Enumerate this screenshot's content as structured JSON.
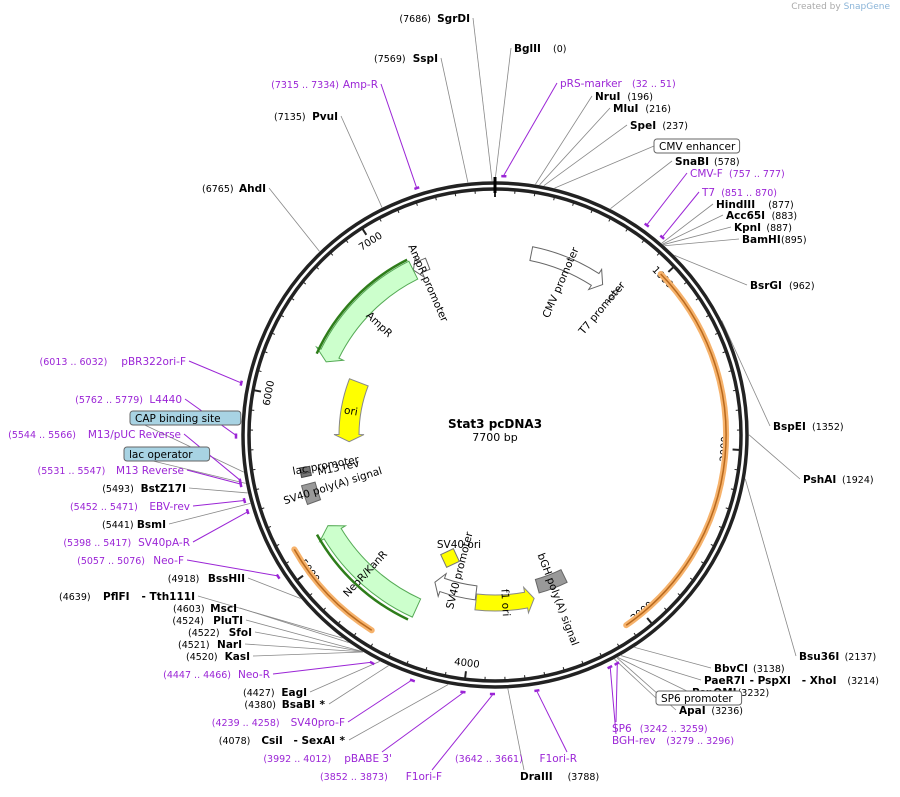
{
  "credit": {
    "prefix": "Created by",
    "brand": "SnapGene"
  },
  "plasmid": {
    "name": "Stat3 pcDNA3",
    "size_label": "7700 bp",
    "length": 7700
  },
  "colors": {
    "site": "#000000",
    "primer": "#9b25d6",
    "box_fill": "#a8d3e3",
    "leader": "#888888",
    "orf_arrow": "#ccffcc",
    "ori_fill": "#ffff00",
    "orange": "#f6b26b",
    "green": "#2e7d1a"
  },
  "tick_labels": [
    {
      "bp": 1000,
      "text": "1000"
    },
    {
      "bp": 2000,
      "text": "2000"
    },
    {
      "bp": 3000,
      "text": "3000"
    },
    {
      "bp": 4000,
      "text": "4000"
    },
    {
      "bp": 5000,
      "text": "5000"
    },
    {
      "bp": 6000,
      "text": "6000"
    },
    {
      "bp": 7000,
      "text": "7000"
    }
  ],
  "features": [
    {
      "name": "AmpR promoter",
      "start": 7137,
      "end": 7241,
      "dir": -1,
      "kind": "promoter"
    },
    {
      "name": "AmpR",
      "start": 6276,
      "end": 7136,
      "dir": -1,
      "kind": "orf"
    },
    {
      "name": "ori",
      "start": 5719,
      "end": 6227,
      "dir": -1,
      "kind": "ori"
    },
    {
      "name": "CMV promoter",
      "start": 242,
      "end": 761,
      "dir": 1,
      "kind": "promoter"
    },
    {
      "name": "T7 promoter",
      "start": 851,
      "end": 870,
      "dir": 1,
      "kind": "promoter"
    },
    {
      "name": "bGH poly(A) signal",
      "start": 3292,
      "end": 3516,
      "dir": 1,
      "kind": "polya"
    },
    {
      "name": "f1 ori",
      "start": 3562,
      "end": 3990,
      "dir": -1,
      "kind": "ori"
    },
    {
      "name": "SV40 promoter",
      "start": 3996,
      "end": 4325,
      "dir": 1,
      "kind": "promoter"
    },
    {
      "name": "NeoR/KanR",
      "start": 4372,
      "end": 5166,
      "dir": 1,
      "kind": "orf"
    },
    {
      "name": "SV40 poly(A) signal",
      "start": 5340,
      "end": 5461,
      "dir": 1,
      "kind": "polya"
    },
    {
      "name": "lac promoter",
      "start": 5539,
      "end": 5570,
      "dir": -1,
      "kind": "small"
    },
    {
      "name": "M13 rev",
      "start": 5510,
      "end": 5532,
      "dir": -1,
      "kind": "small"
    }
  ],
  "orange_arcs": [
    {
      "start": 980,
      "end": 3110
    },
    {
      "start": 4540,
      "end": 5140
    }
  ],
  "green_arcs": [
    {
      "start": 6300,
      "end": 7130
    },
    {
      "start": 4390,
      "end": 5150
    }
  ],
  "inner_items": [
    {
      "text": "SV40 ori"
    }
  ],
  "right_labels": [
    {
      "name": "BglII",
      "pos": "(0)",
      "bp": 0,
      "kind": "site"
    },
    {
      "name": "pRS-marker",
      "pos": "(32 .. 51)",
      "bp": 42,
      "kind": "primer"
    },
    {
      "name": "NruI",
      "pos": "(196)",
      "bp": 196,
      "kind": "site"
    },
    {
      "name": "MluI",
      "pos": "(216)",
      "bp": 216,
      "kind": "site"
    },
    {
      "name": "SpeI",
      "pos": "(237)",
      "bp": 237,
      "kind": "site"
    },
    {
      "name": "CMV enhancer",
      "pos": "",
      "bp": 290,
      "kind": "featurebox"
    },
    {
      "name": "SnaBI",
      "pos": "(578)",
      "bp": 578,
      "kind": "site"
    },
    {
      "name": "CMV-F",
      "pos": "(757 .. 777)",
      "bp": 767,
      "kind": "primer"
    },
    {
      "name": "T7",
      "pos": "(851 .. 870)",
      "bp": 860,
      "kind": "primer"
    },
    {
      "name": "HindIII",
      "pos": "(877)",
      "bp": 877,
      "kind": "site"
    },
    {
      "name": "Acc65I",
      "pos": "(883)",
      "bp": 883,
      "kind": "site"
    },
    {
      "name": "KpnI",
      "pos": "(887)",
      "bp": 887,
      "kind": "site"
    },
    {
      "name": "BamHI",
      "pos": "(895)",
      "bp": 895,
      "kind": "site"
    },
    {
      "name": "BsrGI",
      "pos": "(962)",
      "bp": 962,
      "kind": "site"
    },
    {
      "name": "BspEI",
      "pos": "(1352)",
      "bp": 1352,
      "kind": "site"
    },
    {
      "name": "PshAI",
      "pos": "(1924)",
      "bp": 1924,
      "kind": "site"
    },
    {
      "name": "Bsu36I",
      "pos": "(2137)",
      "bp": 2137,
      "kind": "site"
    },
    {
      "name": "BbvCI",
      "pos": "(3138)",
      "bp": 3138,
      "kind": "site"
    },
    {
      "name": "PaeR7I",
      "extra1": "- PspXI",
      "extra2": "- XhoI",
      "pos": "(3214)",
      "bp": 3214,
      "kind": "site"
    },
    {
      "name": "PspOMI",
      "pos": "(3232)",
      "bp": 3232,
      "kind": "site"
    },
    {
      "name": "ApaI",
      "pos": "(3236)",
      "bp": 3236,
      "kind": "site"
    },
    {
      "name": "SP6 promoter",
      "pos": "",
      "bp": 3250,
      "kind": "featurebox"
    }
  ],
  "bottom_right_labels": [
    {
      "name": "SP6",
      "pos": "(3242 .. 3259)",
      "bp": 3250,
      "kind": "primer"
    },
    {
      "name": "BGH-rev",
      "pos": "(3279 .. 3296)",
      "bp": 3287,
      "kind": "primer"
    },
    {
      "name": "F1ori-R",
      "pos": "(3642 .. 3661)",
      "bp": 3651,
      "kind": "primer"
    },
    {
      "name": "DraIII",
      "pos": "(3788)",
      "bp": 3788,
      "kind": "site"
    },
    {
      "name": "F1ori-F",
      "pos": "(3852 .. 3873)",
      "bp": 3862,
      "kind": "primer"
    },
    {
      "name": "pBABE 3'",
      "pos": "(3992 .. 4012)",
      "bp": 4002,
      "kind": "primer"
    }
  ],
  "left_labels": [
    {
      "name": "SgrDI",
      "pos": "(7686)",
      "bp": 7686,
      "kind": "site"
    },
    {
      "name": "SspI",
      "pos": "(7569)",
      "bp": 7569,
      "kind": "site"
    },
    {
      "name": "Amp-R",
      "pos": "(7315 .. 7334)",
      "bp": 7324,
      "kind": "primer"
    },
    {
      "name": "PvuI",
      "pos": "(7135)",
      "bp": 7135,
      "kind": "site"
    },
    {
      "name": "AhdI",
      "pos": "(6765)",
      "bp": 6765,
      "kind": "site"
    },
    {
      "name": "pBR322ori-F",
      "pos": "(6013 .. 6032)",
      "bp": 6022,
      "kind": "primer"
    },
    {
      "name": "L4440",
      "pos": "(5762 .. 5779)",
      "bp": 5770,
      "kind": "primer"
    },
    {
      "name": "CAP binding site",
      "pos": "",
      "bp": 5595,
      "kind": "featurebox_fill"
    },
    {
      "name": "M13/pUC Reverse",
      "pos": "(5544 .. 5566)",
      "bp": 5555,
      "kind": "primer"
    },
    {
      "name": "lac operator",
      "pos": "",
      "bp": 5540,
      "kind": "featurebox_fill"
    },
    {
      "name": "M13 Reverse",
      "pos": "(5531 .. 5547)",
      "bp": 5539,
      "kind": "primer"
    },
    {
      "name": "BstZ17I",
      "pos": "(5493)",
      "bp": 5493,
      "kind": "site"
    },
    {
      "name": "EBV-rev",
      "pos": "(5452 .. 5471)",
      "bp": 5461,
      "kind": "primer"
    },
    {
      "name": "BsmI",
      "pos": "(5441)",
      "bp": 5441,
      "kind": "site"
    },
    {
      "name": "SV40pA-R",
      "pos": "(5398 .. 5417)",
      "bp": 5407,
      "kind": "primer"
    },
    {
      "name": "Neo-F",
      "pos": "(5057 .. 5076)",
      "bp": 5066,
      "kind": "primer"
    },
    {
      "name": "BssHII",
      "pos": "(4918)",
      "bp": 4918,
      "kind": "site"
    },
    {
      "name": "PflFI",
      "extra1": "- Tth111I",
      "pos": "(4639)",
      "bp": 4639,
      "kind": "site"
    },
    {
      "name": "MscI",
      "pos": "(4603)",
      "bp": 4603,
      "kind": "site"
    },
    {
      "name": "PluTI",
      "pos": "(4524)",
      "bp": 4524,
      "kind": "site"
    },
    {
      "name": "SfoI",
      "pos": "(4522)",
      "bp": 4522,
      "kind": "site"
    },
    {
      "name": "NarI",
      "pos": "(4521)",
      "bp": 4521,
      "kind": "site"
    },
    {
      "name": "KasI",
      "pos": "(4520)",
      "bp": 4520,
      "kind": "site"
    },
    {
      "name": "Neo-R",
      "pos": "(4447 .. 4466)",
      "bp": 4456,
      "kind": "primer"
    },
    {
      "name": "EagI",
      "pos": "(4427)",
      "bp": 4427,
      "kind": "site"
    },
    {
      "name": "BsaBI",
      "star": "*",
      "pos": "(4380)",
      "bp": 4380,
      "kind": "site"
    },
    {
      "name": "SV40pro-F",
      "pos": "(4239 .. 4258)",
      "bp": 4248,
      "kind": "primer"
    },
    {
      "name": "CsiI",
      "extra1": "- SexAI",
      "star": "*",
      "pos": "(4078)",
      "bp": 4078,
      "kind": "site"
    }
  ]
}
